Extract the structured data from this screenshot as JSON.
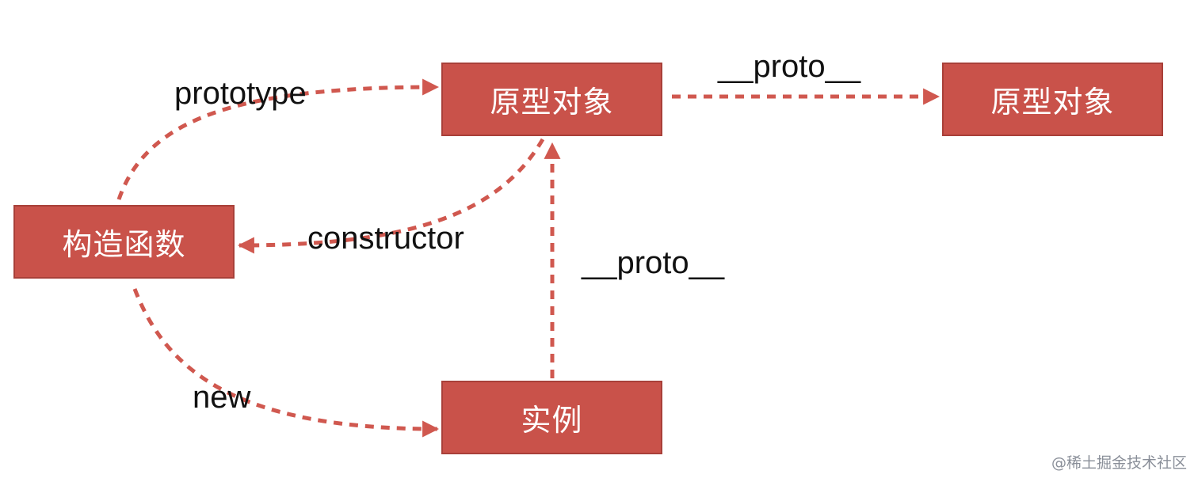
{
  "colors": {
    "node_fill": "#c9524a",
    "node_border": "#a84039",
    "arrow": "#d0584f",
    "node_text": "#ffffff",
    "label_text": "#111111"
  },
  "nodes": {
    "constructor_fn": "构造函数",
    "prototype_obj": "原型对象",
    "prototype_obj_parent": "原型对象",
    "instance": "实例"
  },
  "edges": [
    {
      "from": "constructor_fn",
      "to": "prototype_obj",
      "label": "prototype"
    },
    {
      "from": "prototype_obj",
      "to": "constructor_fn",
      "label": "constructor"
    },
    {
      "from": "constructor_fn",
      "to": "instance",
      "label": "new"
    },
    {
      "from": "instance",
      "to": "prototype_obj",
      "label": "__proto__"
    },
    {
      "from": "prototype_obj",
      "to": "prototype_obj_parent",
      "label": "__proto__"
    }
  ],
  "watermark": "@稀土掘金技术社区"
}
